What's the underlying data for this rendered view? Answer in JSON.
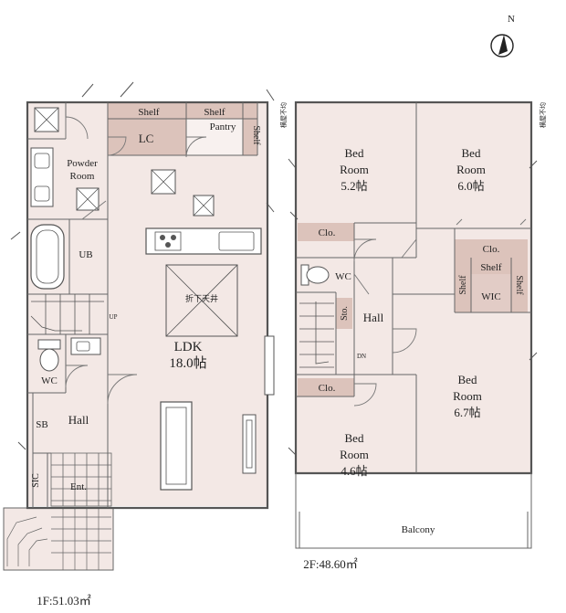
{
  "compass": {
    "label": "N"
  },
  "floor1": {
    "area_label": "1F:51.03㎡",
    "rooms": {
      "shelf_left": "Shelf",
      "shelf_right": "Shelf",
      "pantry": "Pantry",
      "shelf_vertical": "Shelf",
      "lc": "LC",
      "powder_room": [
        "Powder",
        "Room"
      ],
      "ub": "UB",
      "ldk": [
        "LDK",
        "18.0帖"
      ],
      "ceiling_note": "折下天井",
      "wc": "WC",
      "sb": "SB",
      "hall": "Hall",
      "sic": "SIC",
      "ent": "Ent.",
      "up": "UP"
    }
  },
  "floor2": {
    "area_label": "2F:48.60㎡",
    "rooms": {
      "bed1": [
        "Bed",
        "Room",
        "5.2帖"
      ],
      "bed2": [
        "Bed",
        "Room",
        "6.0帖"
      ],
      "bed3": [
        "Bed",
        "Room",
        "6.7帖"
      ],
      "bed4": [
        "Bed",
        "Room",
        "4.6帖"
      ],
      "clo_a": "Clo.",
      "clo_b": "Clo.",
      "clo_c": "Clo.",
      "shelf_top": "Shelf",
      "shelf_left": "Shelf",
      "shelf_right": "Shelf",
      "wic": "WIC",
      "wc": "WC",
      "sto": "Sto.",
      "hall": "Hall",
      "dn": "DN",
      "balcony": "Balcony",
      "skylight_a": "横屋不均",
      "skylight_b": "横屋不均"
    }
  },
  "colors": {
    "floor": "#f3e8e5",
    "storage": "#dcc3bb",
    "wall": "#555555"
  }
}
